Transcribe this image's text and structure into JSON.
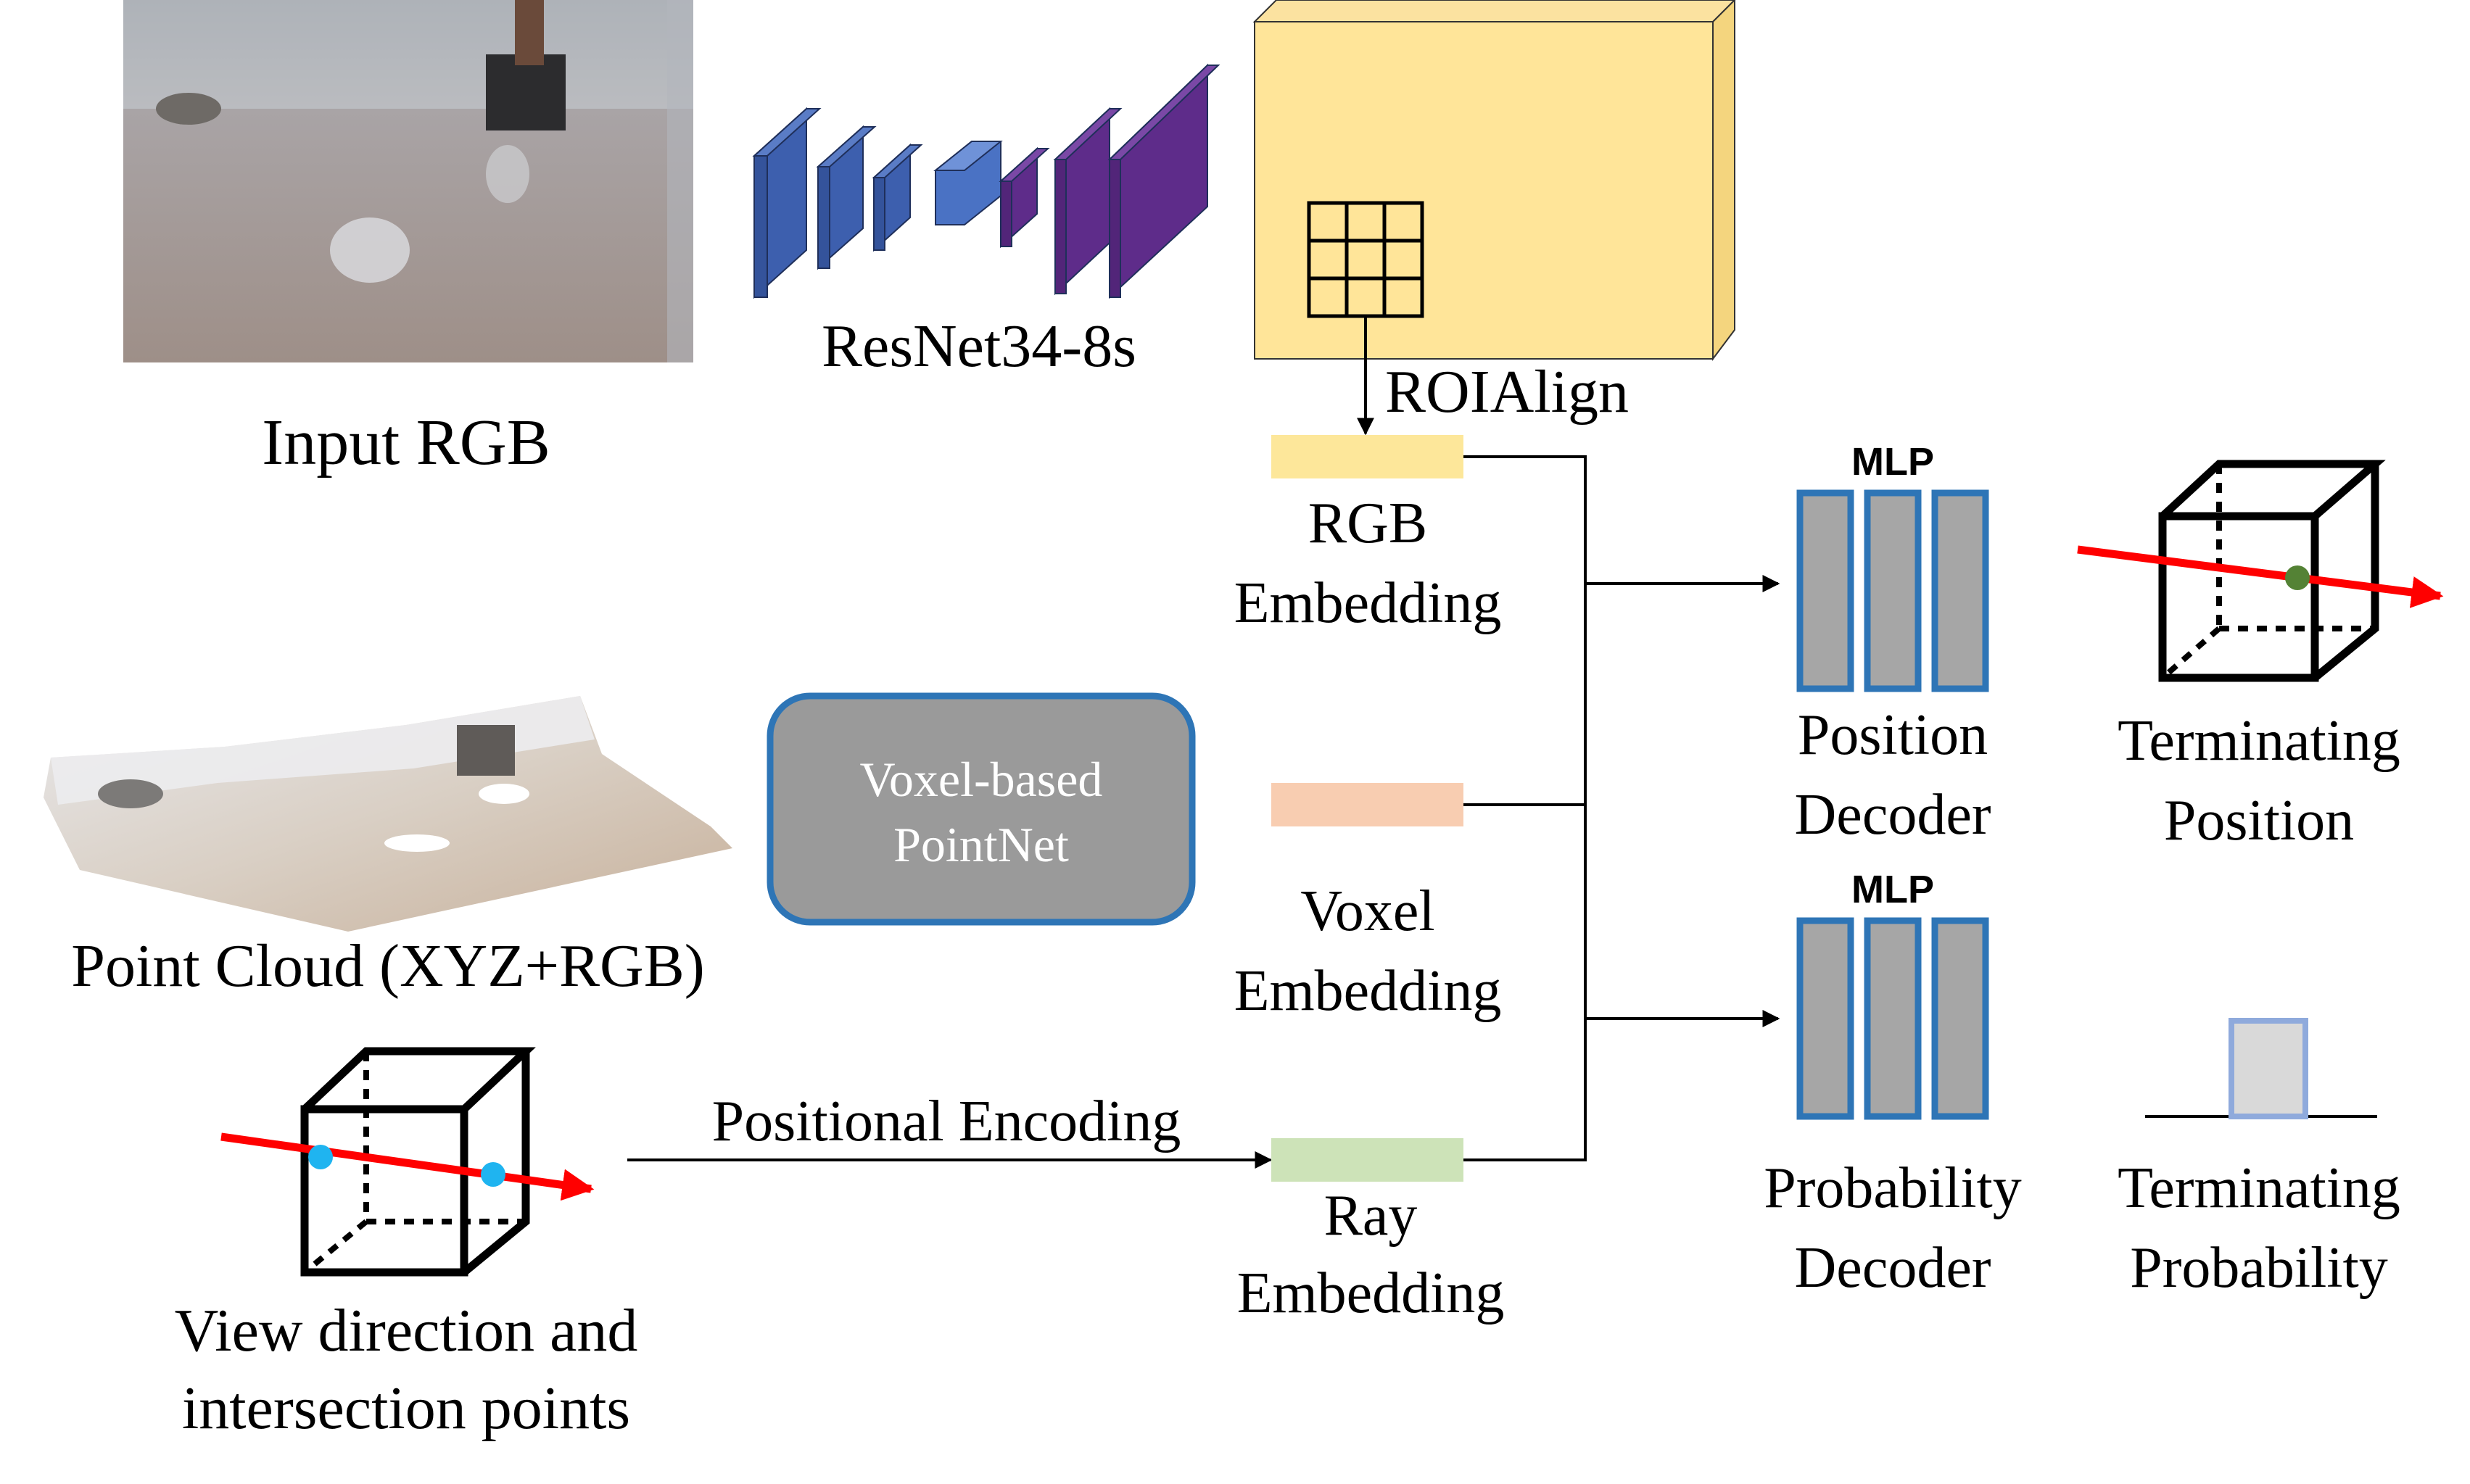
{
  "input_rgb": {
    "caption": "Input RGB"
  },
  "backbone": {
    "caption": "ResNet34-8s"
  },
  "roi": {
    "label": "ROIAlign"
  },
  "point_cloud": {
    "caption": "Point Cloud (XYZ+RGB)"
  },
  "pointnet": {
    "line1": "Voxel-based",
    "line2": "PointNet"
  },
  "ray_input": {
    "caption_line1": "View direction and",
    "caption_line2": "intersection points"
  },
  "positional_encoding": {
    "label": "Positional Encoding"
  },
  "embeddings": {
    "rgb": {
      "line1": "RGB",
      "line2": "Embedding",
      "color": "#fde79a"
    },
    "voxel": {
      "line1": "Voxel",
      "line2": "Embedding",
      "color": "#f8cdb1"
    },
    "ray": {
      "line1": "Ray",
      "line2": "Embedding",
      "color": "#cde3b8"
    }
  },
  "decoders": {
    "position": {
      "mlp_label": "MLP",
      "line1": "Position",
      "line2": "Decoder"
    },
    "probability": {
      "mlp_label": "MLP",
      "line1": "Probability",
      "line2": "Decoder"
    }
  },
  "outputs": {
    "terminating_position": {
      "line1": "Terminating",
      "line2": "Position"
    },
    "terminating_probability": {
      "line1": "Terminating",
      "line2": "Probability"
    }
  },
  "colors": {
    "resnet_blue": "#3d5fae",
    "resnet_purple": "#5e2c8a",
    "feature_map": "#fde79a",
    "pointnet_fill": "#9a9a9a",
    "pointnet_border": "#2e75b6",
    "mlp_fill": "#a6a6a6",
    "mlp_border": "#2e75b6",
    "ray": "#ff0000",
    "intersection_point": "#1fb4f0",
    "terminating_point": "#548235"
  }
}
